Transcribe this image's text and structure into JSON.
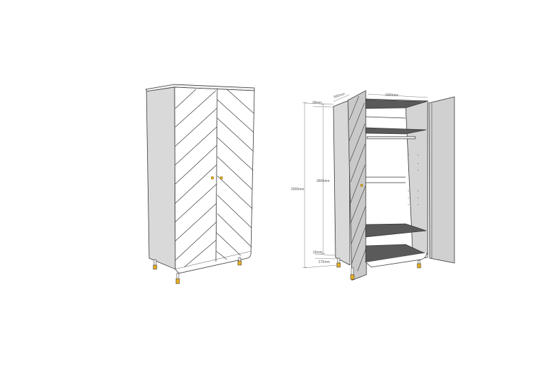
{
  "diagram": {
    "type": "furniture-technical-drawing",
    "subject": "Two-door wardrobe with chevron door pattern",
    "views": [
      {
        "name": "closed-view",
        "description": "Wardrobe closed, chevron-pattern doors, two gold knobs, four gold-tipped legs"
      },
      {
        "name": "open-view",
        "description": "Wardrobe open with dimensions, shelves, hanging rail"
      }
    ],
    "dimensions": {
      "depth": "580mm",
      "width": "1000mm",
      "top_thickness": "18mm",
      "total_height": "2000mm",
      "body_height": "1800mm",
      "base_thickness": "15mm",
      "leg_height": "170mm"
    },
    "colors": {
      "outline": "#333333",
      "side_panel": "#d9d9d9",
      "shelf_dark": "#5a5a5a",
      "door_inner": "#cfcfcf",
      "leg_gold": "#e8b020",
      "background": "#ffffff"
    }
  }
}
